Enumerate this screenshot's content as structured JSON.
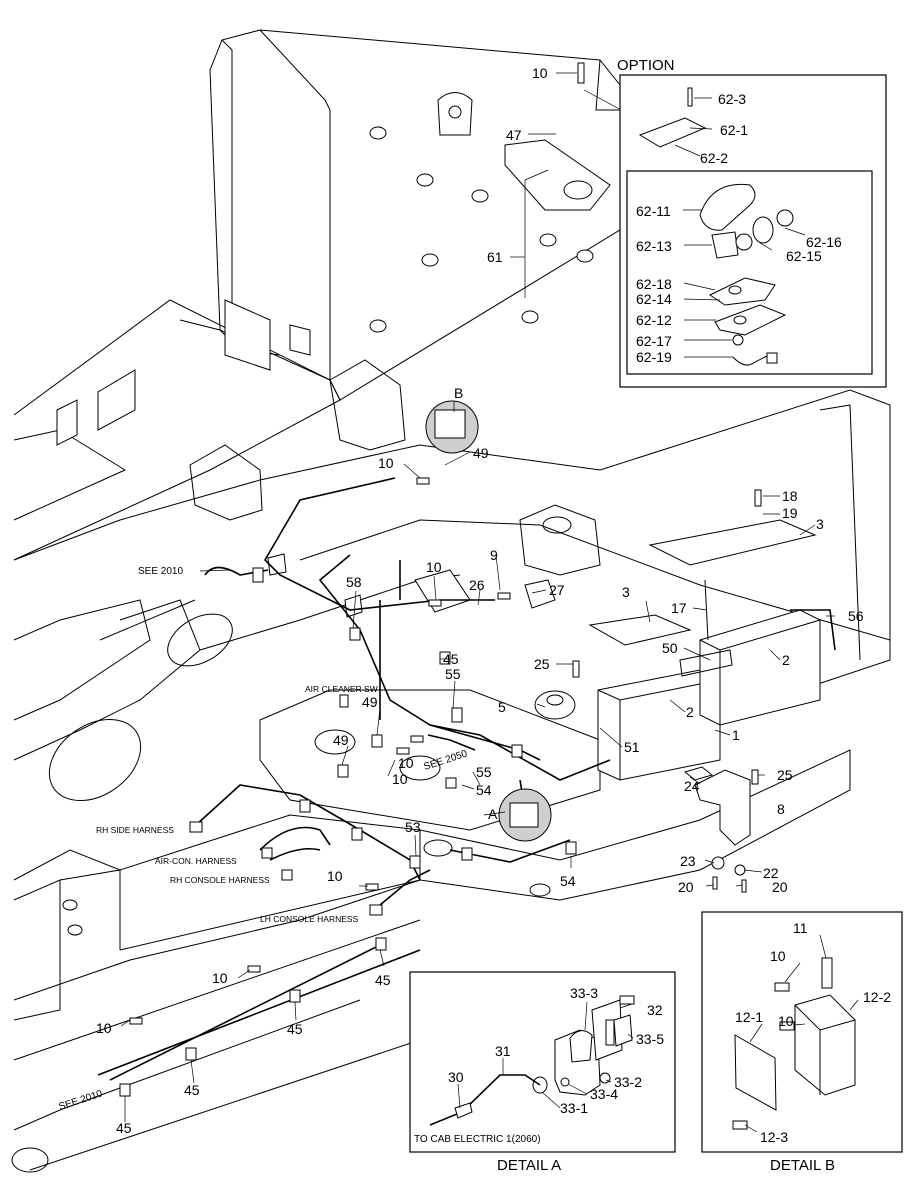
{
  "option": {
    "title": "OPTION",
    "labels": [
      "62-3",
      "62-1",
      "62-2",
      "62-11",
      "62-16",
      "62-13",
      "62-15",
      "62-18",
      "62-14",
      "62-12",
      "62-17",
      "62-19"
    ]
  },
  "main_labels": {
    "p10a": "10",
    "p47": "47",
    "p61": "61",
    "pB": "B",
    "p49a": "49",
    "p10b": "10",
    "p18": "18",
    "p19": "19",
    "p3a": "3",
    "p3b": "3",
    "p17": "17",
    "p56": "56",
    "p50": "50",
    "p2a": "2",
    "p2b": "2",
    "p1": "1",
    "p51": "51",
    "p5": "5",
    "p25a": "25",
    "p25b": "25",
    "p9": "9",
    "p10c": "10",
    "p26": "26",
    "p27": "27",
    "p58": "58",
    "p45a": "45",
    "p55a": "55",
    "p55b": "55",
    "p49b": "49",
    "p49c": "49",
    "p10d": "10",
    "p10e": "10",
    "p54a": "54",
    "p54b": "54",
    "pA": "A",
    "p53": "53",
    "p10f": "10",
    "p10g": "10",
    "p10h": "10",
    "p45b": "45",
    "p45c": "45",
    "p45d": "45",
    "p45e": "45",
    "p24": "24",
    "p8": "8",
    "p23": "23",
    "p22": "22",
    "p20a": "20",
    "p20b": "20"
  },
  "notes": {
    "see2010a": "SEE 2010",
    "see2010b": "SEE 2010",
    "see2050": "SEE 2050",
    "air_cleaner": "AIR CLEANER SW",
    "rh_side": "RH SIDE HARNESS",
    "air_con": "AIR-CON. HARNESS",
    "rh_console": "RH CONSOLE HARNESS",
    "lh_console": "LH CONSOLE HARNESS"
  },
  "detail_a": {
    "caption": "DETAIL A",
    "labels": {
      "p333": "33-3",
      "p32": "32",
      "p335": "33-5",
      "p31": "31",
      "p30": "30",
      "p334": "33-4",
      "p332": "33-2",
      "p331": "33-1"
    },
    "note": "TO CAB ELECTRIC 1(2060)"
  },
  "detail_b": {
    "caption": "DETAIL B",
    "labels": {
      "p11": "11",
      "p10a": "10",
      "p122": "12-2",
      "p121": "12-1",
      "p10b": "10",
      "p123": "12-3"
    }
  }
}
